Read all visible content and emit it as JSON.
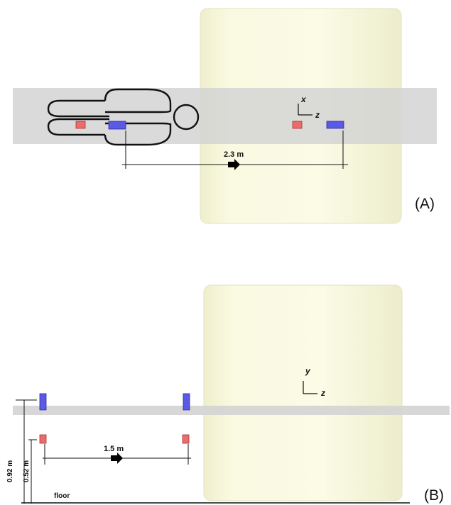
{
  "panel_a": {
    "label": "(A)",
    "distance": "2.3 m",
    "axis_x": "x",
    "axis_z": "z"
  },
  "panel_b": {
    "label": "(B)",
    "distance": "1.5 m",
    "height_blue": "0.92 m",
    "height_red": "0.52 m",
    "floor": "floor",
    "axis_y": "y",
    "axis_z": "z"
  },
  "colors": {
    "cylinder_fill": "#f8f8dc",
    "cylinder_edge": "#e4e4c8",
    "table_gray": "#d4d4d4",
    "blue_marker": "#5a5ae6",
    "red_marker": "#ec6c6c"
  }
}
